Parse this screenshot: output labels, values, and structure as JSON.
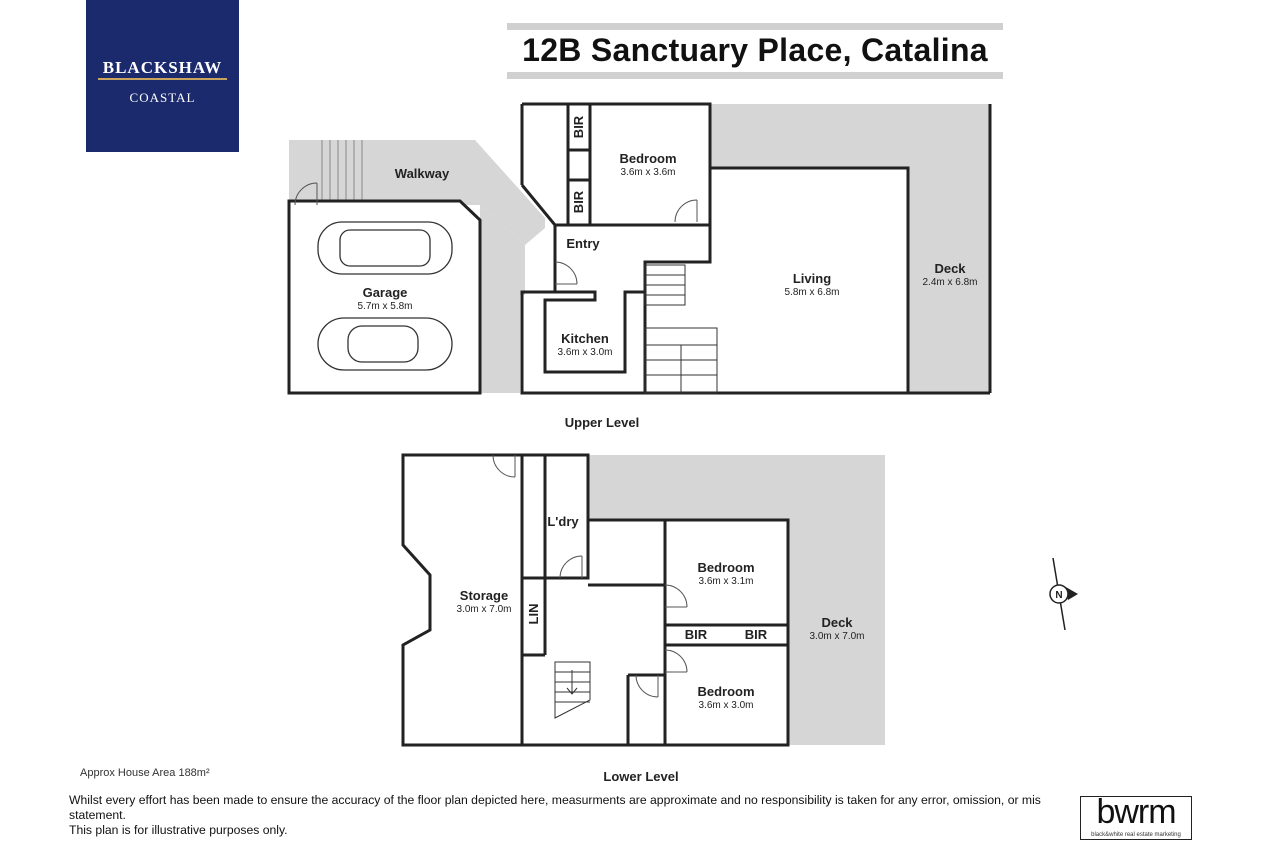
{
  "logo": {
    "brand": "BLACKSHAW",
    "sub": "COASTAL"
  },
  "title": "12B Sanctuary Place, Catalina",
  "upper": {
    "label": "Upper Level",
    "walkway": "Walkway",
    "garage": {
      "name": "Garage",
      "dim": "5.7m x 5.8m"
    },
    "bedroom": {
      "name": "Bedroom",
      "dim": "3.6m x 3.6m"
    },
    "entry": "Entry",
    "kitchen": {
      "name": "Kitchen",
      "dim": "3.6m x 3.0m"
    },
    "living": {
      "name": "Living",
      "dim": "5.8m x 6.8m"
    },
    "deck": {
      "name": "Deck",
      "dim": "2.4m x 6.8m"
    },
    "bir": "BIR"
  },
  "lower": {
    "label": "Lower Level",
    "storage": {
      "name": "Storage",
      "dim": "3.0m x 7.0m"
    },
    "laundry": "L'dry",
    "lin": "LIN",
    "bedroom1": {
      "name": "Bedroom",
      "dim": "3.6m x 3.1m"
    },
    "bedroom2": {
      "name": "Bedroom",
      "dim": "3.6m x 3.0m"
    },
    "deck": {
      "name": "Deck",
      "dim": "3.0m x 7.0m"
    },
    "bir": "BIR"
  },
  "compass": "N",
  "area": "Approx House Area 188m²",
  "disclaimer_line1": "Whilst every effort has been made to ensure the accuracy of the floor plan depicted here, measurments are approximate and no responsibility is taken for any error, omission, or mis statement.",
  "disclaimer_line2": "This plan is for illustrative purposes only.",
  "bwrm": {
    "logo": "bwrm",
    "tagline": "black&white real estate marketing"
  },
  "colors": {
    "logo_bg": "#1a2a6c",
    "outdoor": "#d6d6d6",
    "wall": "#222222"
  }
}
